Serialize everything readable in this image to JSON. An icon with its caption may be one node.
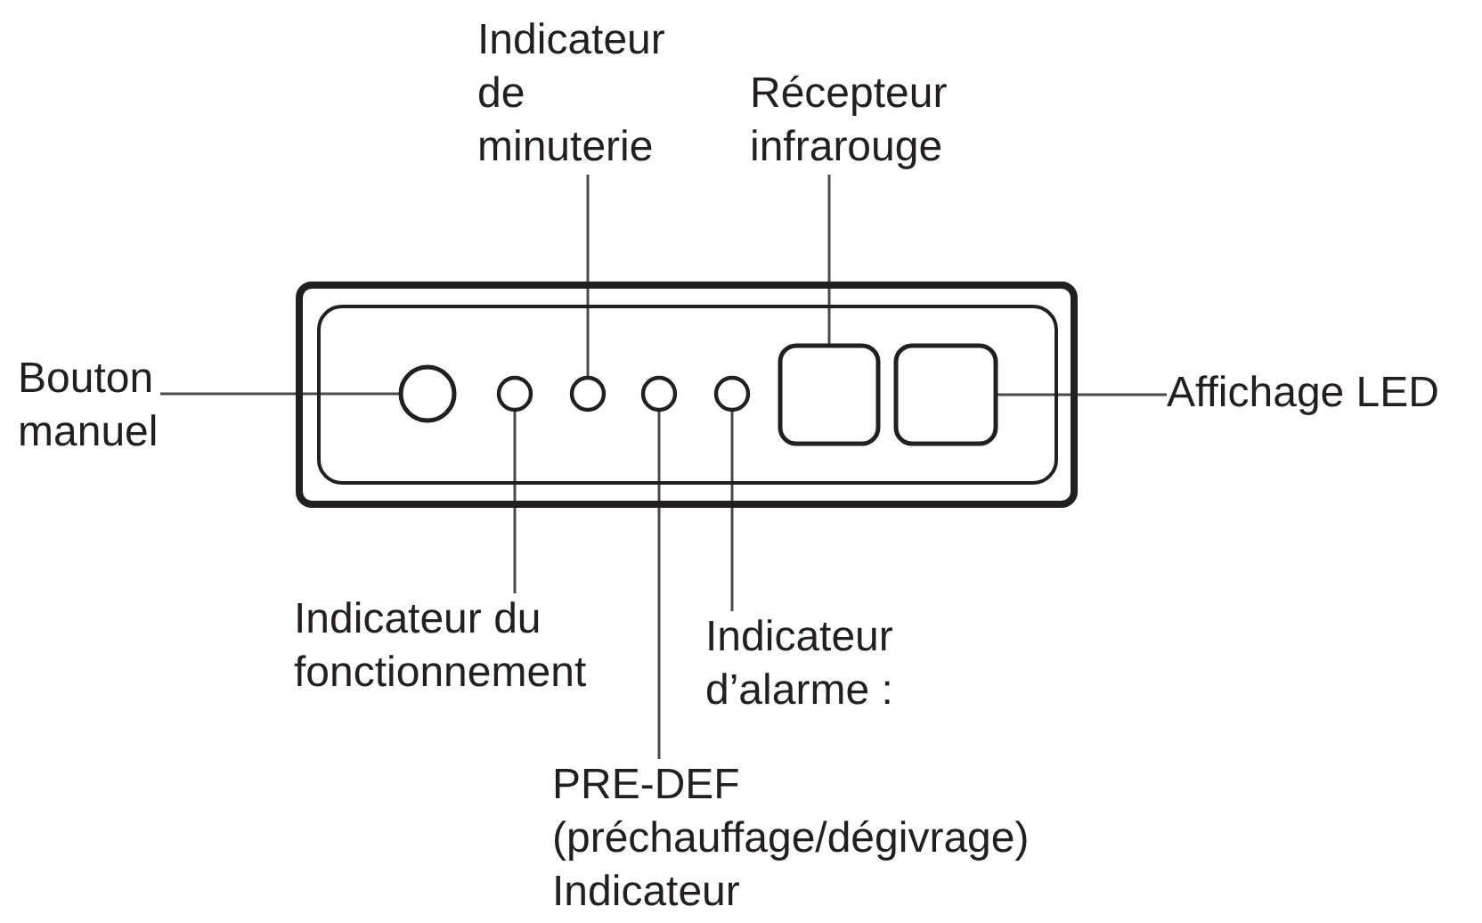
{
  "diagram": {
    "nodes": [
      {
        "text": [
          "Indicateur de minuterie"
        ]
      },
      {
        "text": [
          "Récepteur infrarouge"
        ]
      },
      {
        "text": [
          "Bouton manuel"
        ]
      },
      {
        "text": [],
        "shape": "circle"
      },
      {
        "text": [],
        "shape": "circle"
      },
      {
        "text": [],
        "shape": "circle"
      },
      {
        "text": [],
        "shape": "circle"
      },
      {
        "text": [],
        "shape": "circle"
      },
      {
        "text": [],
        "shape": "box"
      },
      {
        "text": [],
        "shape": "box"
      },
      {
        "text": [
          "Affichage LED"
        ]
      },
      {
        "text": [
          "Indicateur du fonctionnement"
        ]
      },
      {
        "text": [
          "Indicateur d’alarme :"
        ]
      },
      {
        "text": [
          "PRE-DEF (préchauffage/dégivrage) Indicateur"
        ]
      }
    ],
    "edges": [
      {
        "from": 0,
        "to": 5,
        "arrow": "none"
      },
      {
        "from": 1,
        "to": 8,
        "arrow": "none"
      },
      {
        "from": 2,
        "to": 3,
        "arrow": "none"
      },
      {
        "from": 10,
        "to": 9,
        "arrow": "none"
      },
      {
        "from": 11,
        "to": 4,
        "arrow": "none"
      },
      {
        "from": 12,
        "to": 7,
        "arrow": "none"
      },
      {
        "from": 13,
        "to": 6,
        "arrow": "none"
      }
    ]
  }
}
